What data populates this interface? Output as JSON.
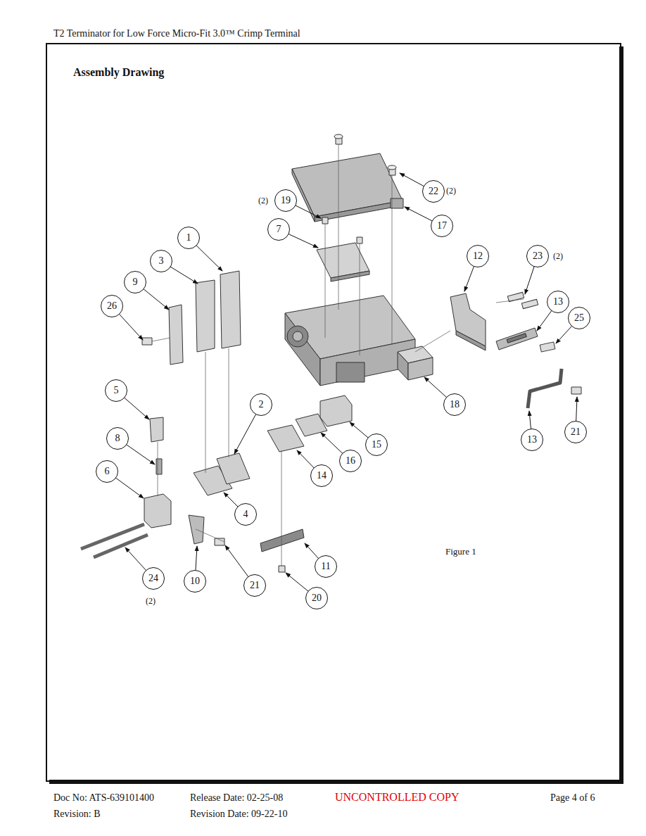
{
  "diagram": {
    "title": "Assembly Drawing",
    "caption": "Figure 1",
    "nodes": [
      {
        "text": [
          "22"
        ]
      },
      {
        "text": [
          "19"
        ]
      },
      {
        "text": [
          "17"
        ]
      },
      {
        "text": [
          "7"
        ]
      },
      {
        "text": [
          "1"
        ]
      },
      {
        "text": [
          "12"
        ]
      },
      {
        "text": [
          "23"
        ]
      },
      {
        "text": [
          "3"
        ]
      },
      {
        "text": [
          "9"
        ]
      },
      {
        "text": [
          "13"
        ]
      },
      {
        "text": [
          "25"
        ]
      },
      {
        "text": [
          "26"
        ]
      },
      {
        "text": [
          "5"
        ]
      },
      {
        "text": [
          "2"
        ]
      },
      {
        "text": [
          "18"
        ]
      },
      {
        "text": [
          "21"
        ]
      },
      {
        "text": [
          "8"
        ]
      },
      {
        "text": [
          "13"
        ]
      },
      {
        "text": [
          "15"
        ]
      },
      {
        "text": [
          "16"
        ]
      },
      {
        "text": [
          "6"
        ]
      },
      {
        "text": [
          "14"
        ]
      },
      {
        "text": [
          "4"
        ]
      },
      {
        "text": [
          "11"
        ]
      },
      {
        "text": [
          "24"
        ]
      },
      {
        "text": [
          "10"
        ]
      },
      {
        "text": [
          "21"
        ]
      },
      {
        "text": [
          "20"
        ]
      }
    ],
    "labels": [
      "T2 Terminator for Low Force Micro-Fit 3.0™ Crimp Terminal",
      "(2)",
      "(2)",
      "(2)",
      "(2)",
      "Doc No: ATS-639101400",
      "Release Date: 02-25-08",
      "UNCONTROLLED COPY",
      "Page 4 of 6",
      "Revision: B",
      "Revision Date: 09-22-10"
    ]
  }
}
